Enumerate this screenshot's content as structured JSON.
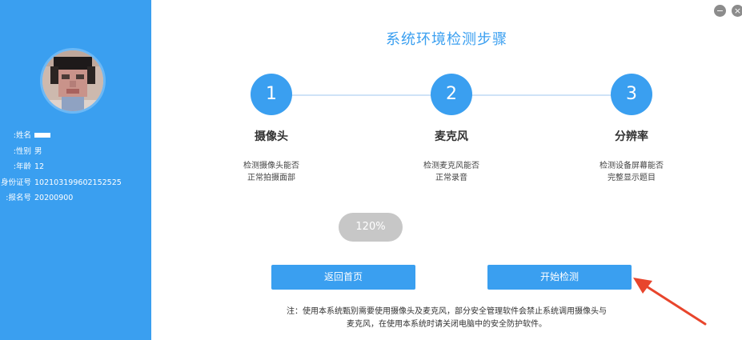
{
  "window": {
    "minimize_glyph": "−",
    "close_glyph": "×"
  },
  "sidebar": {
    "profile": [
      {
        "label": "姓名:",
        "value": ""
      },
      {
        "label": "性别:",
        "value": "男"
      },
      {
        "label": "年龄:",
        "value": "12"
      },
      {
        "label": "身份证号:",
        "value": "102103199602152525"
      },
      {
        "label": "报名号:",
        "value": "20200900"
      }
    ]
  },
  "main": {
    "title": "系统环境检测步骤",
    "steps": [
      {
        "number": "1",
        "name": "摄像头",
        "desc_line1": "检测摄像头能否",
        "desc_line2": "正常拍摄面部"
      },
      {
        "number": "2",
        "name": "麦克风",
        "desc_line1": "检测麦克风能否",
        "desc_line2": "正常录音"
      },
      {
        "number": "3",
        "name": "分辨率",
        "desc_line1": "检测设备屏幕能否",
        "desc_line2": "完整显示题目"
      }
    ],
    "progress_label": "120%",
    "back_button": "返回首页",
    "start_button": "开始检测",
    "notice_line1": "注：使用本系统甄别需要使用摄像头及麦克风，部分安全管理软件会禁止系统调用摄像头与",
    "notice_line2": "麦克风，在使用本系统时请关闭电脑中的安全防护软件。"
  },
  "colors": {
    "accent": "#3a9ff0",
    "progress_pill": "#c7c7c7",
    "annotation_arrow": "#e8452c"
  },
  "icons": {
    "minimize": "minimize-icon",
    "close": "close-icon",
    "annotation": "red-arrow-annotation"
  }
}
